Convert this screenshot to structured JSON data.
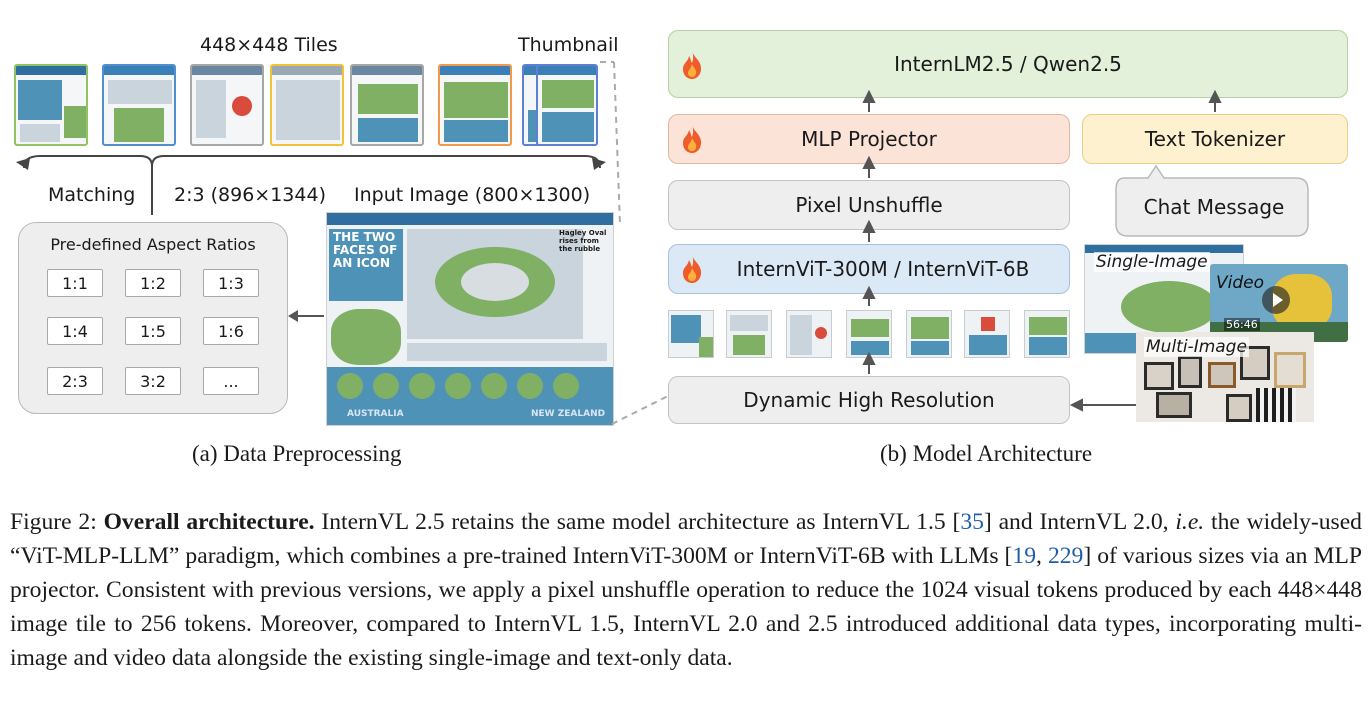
{
  "preprocessing": {
    "tiles_label": "448×448 Tiles",
    "thumbnail_label": "Thumbnail",
    "matching_label": "Matching",
    "selected_ratio": "2:3 (896×1344)",
    "input_label": "Input Image (800×1300)",
    "panel_title": "Pre-defined Aspect Ratios",
    "ratios": [
      "1:1",
      "1:2",
      "1:3",
      "1:4",
      "1:5",
      "1:6",
      "2:3",
      "3:2",
      "..."
    ],
    "newspaper_title": "THE TWO FACES OF AN ICON",
    "newspaper_side": "Hagley Oval rises from the rubble",
    "newspaper_bottom_left": "AUSTRALIA",
    "newspaper_bottom_right": "NEW ZEALAND",
    "subcaption": "(a) Data Preprocessing"
  },
  "architecture": {
    "llm_label": "InternLM2.5 / Qwen2.5",
    "mlp_label": "MLP Projector",
    "tokenizer_label": "Text Tokenizer",
    "unshuffle_label": "Pixel Unshuffle",
    "chat_label": "Chat Message",
    "vit_label": "InternViT-300M / InternViT-6B",
    "dhr_label": "Dynamic High Resolution",
    "single_image_label": "Single-Image",
    "video_label": "Video",
    "video_time": "56:46",
    "multi_image_label": "Multi-Image",
    "subcaption": "(b) Model Architecture"
  },
  "colors": {
    "llm_bg": "#e3f0da",
    "mlp_bg": "#fbe3d8",
    "tokenizer_bg": "#fdf1cf",
    "gray_bg": "#eeeeee",
    "vit_bg": "#dbe8f5",
    "flame": "#ef5b2a"
  },
  "caption": {
    "figure_label": "Figure 2:",
    "bold_title": "Overall architecture.",
    "part1": "InternVL 2.5 retains the same model architecture as InternVL 1.5 [",
    "cite1": "35",
    "part2": "] and InternVL 2.0, ",
    "italic_ie": "i.e.",
    "part3": " the widely-used “ViT-MLP-LLM” paradigm, which combines a pre-trained InternViT-300M or InternViT-6B with LLMs [",
    "cite2": "19",
    "sep": ", ",
    "cite3": "229",
    "part4": "] of various sizes via an MLP projector. Consistent with previous versions, we apply a pixel unshuffle operation to reduce the 1024 visual tokens produced by each 448×448 image tile to 256 tokens. Moreover, compared to InternVL 1.5, InternVL 2.0 and 2.5 introduced additional data types, incorporating multi-image and video data alongside the existing single-image and text-only data."
  }
}
